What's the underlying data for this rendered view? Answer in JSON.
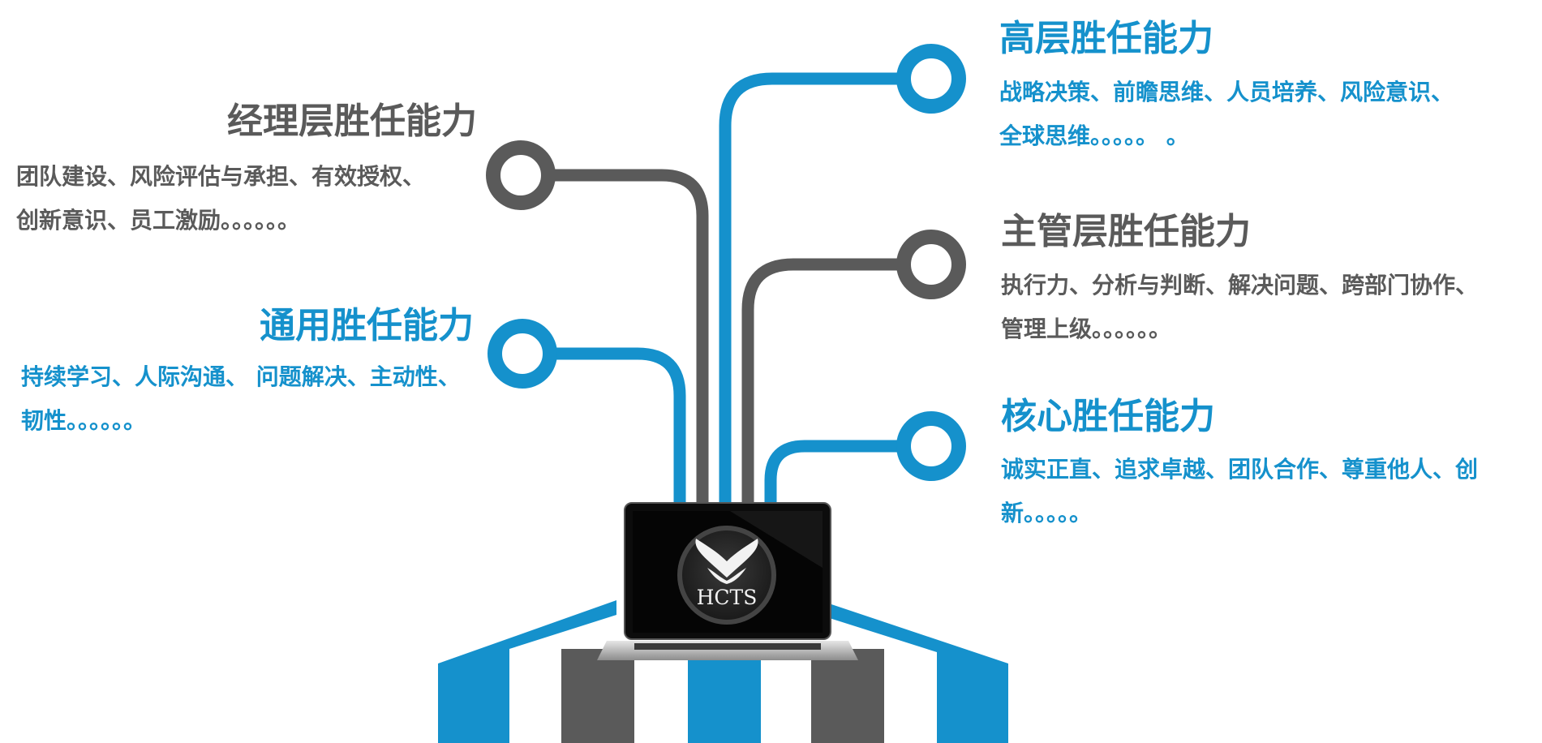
{
  "colors": {
    "blue": "#1591cc",
    "gray": "#5a5a5a",
    "background": "#ffffff"
  },
  "laptop": {
    "logo_text": "HCTS",
    "logo_icon": "heart-hands-logo-icon"
  },
  "nodes": {
    "high": {
      "title": "高层胜任能力",
      "lines": [
        "战略决策、前瞻思维、人员培养、风险意识、",
        "全球思维。。。。。  。"
      ]
    },
    "manager": {
      "title": "经理层胜任能力",
      "lines": [
        "团队建设、风险评估与承担、有效授权、",
        "创新意识、员工激励。。。。。。"
      ]
    },
    "supervisor": {
      "title": "主管层胜任能力",
      "lines": [
        "执行力、分析与判断、解决问题、跨部门协作、",
        "管理上级。。。。。。"
      ]
    },
    "general": {
      "title": "通用胜任能力",
      "lines": [
        "持续学习、人际沟通、 问题解决、主动性、",
        "韧性。。。。。。"
      ]
    },
    "core": {
      "title": "核心胜任能力",
      "lines": [
        "诚实正直、追求卓越、团队合作、尊重他人、创",
        "新。。。。。"
      ]
    }
  }
}
